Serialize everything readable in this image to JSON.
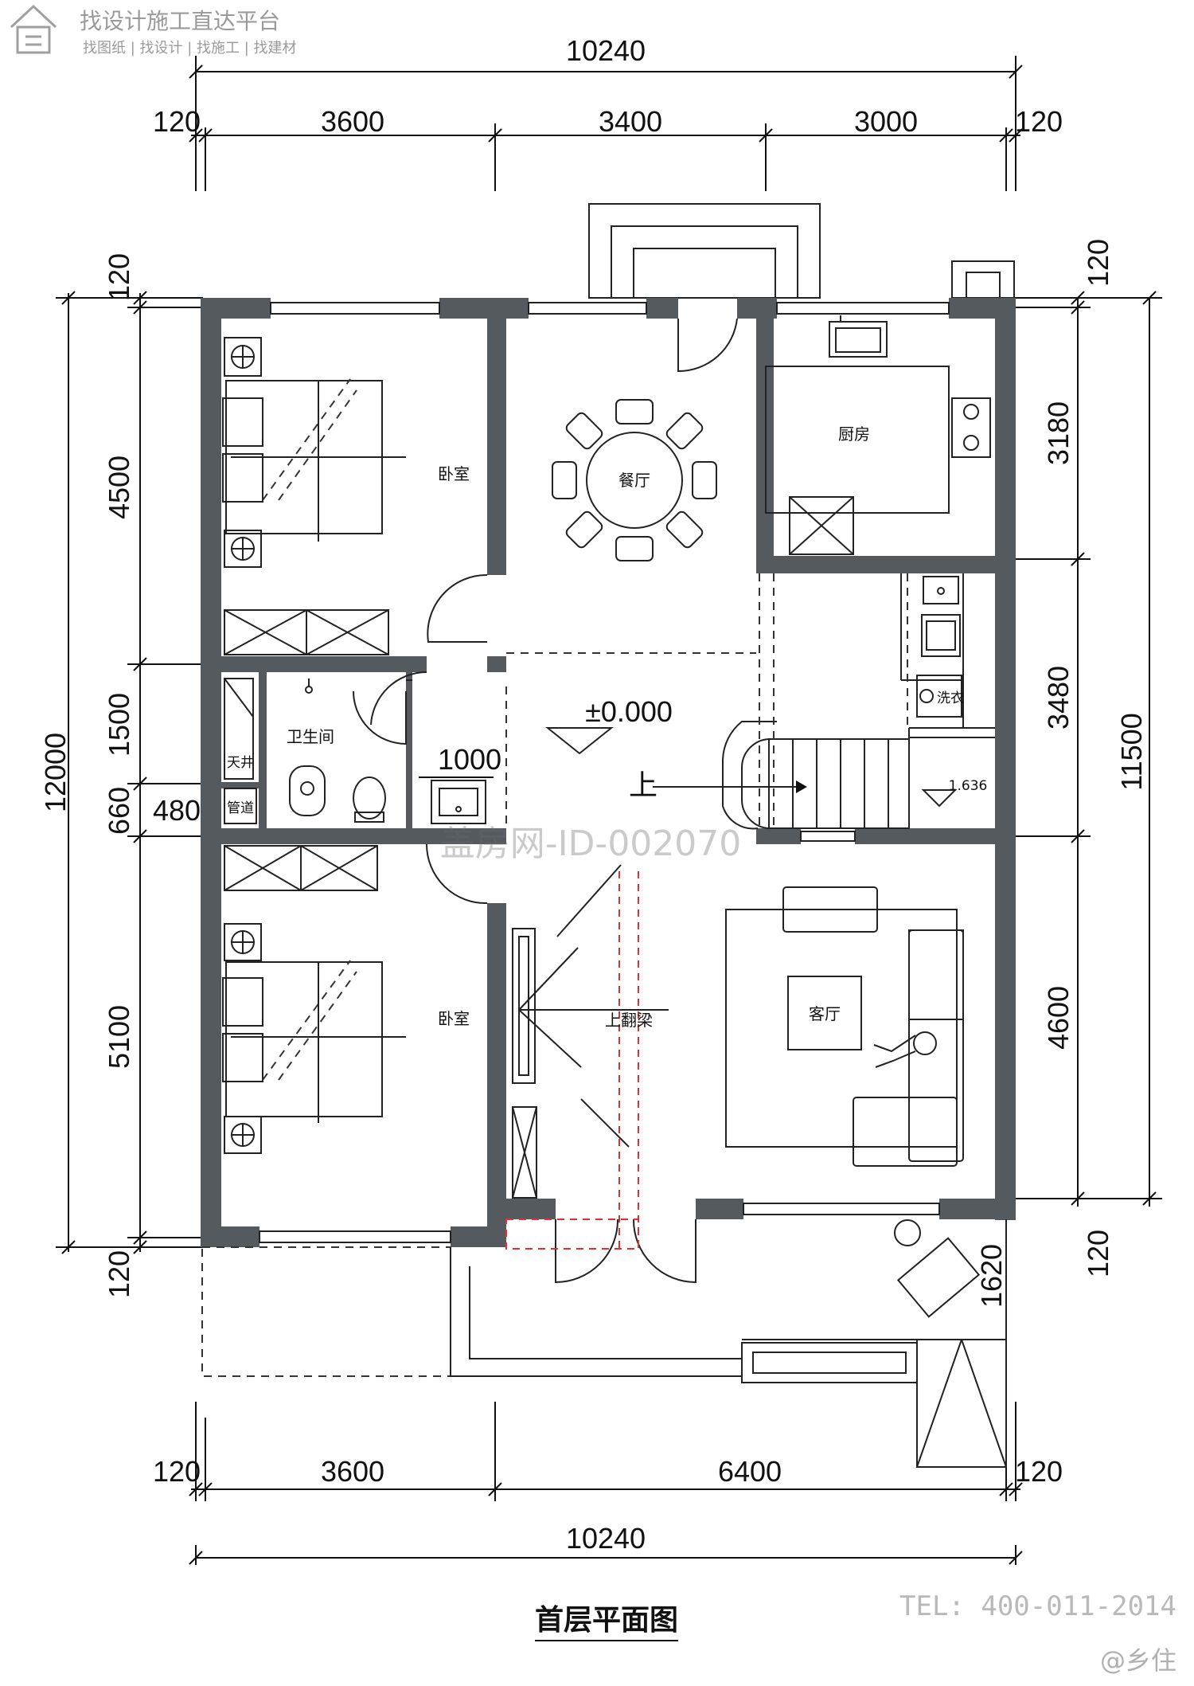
{
  "logo": {
    "title": "找设计施工直达平台",
    "subtitle": "找图纸 | 找设计 | 找施工 | 找建材"
  },
  "dimensions": {
    "top_total": "10240",
    "top_left_margin": "120",
    "top_seg1": "3600",
    "top_seg2": "3400",
    "top_seg3": "3000",
    "top_right_margin": "120",
    "bottom_left_margin": "120",
    "bottom_seg1": "3600",
    "bottom_seg2": "6400",
    "bottom_right_margin": "120",
    "bottom_total": "10240",
    "left_total": "12000",
    "left_top_margin": "120",
    "left_seg1": "4500",
    "left_seg2": "1500",
    "left_seg3": "660",
    "left_seg4": "5100",
    "left_bottom_margin": "120",
    "left_inner": "480",
    "right_top_margin": "120",
    "right_seg1": "3180",
    "right_seg2": "3480",
    "right_seg3": "4600",
    "right_total": "11500",
    "right_bottom_margin": "120",
    "porch": "1620",
    "opening": "1000"
  },
  "rooms": {
    "bedroom_top": "卧室",
    "dining": "餐厅",
    "kitchen": "厨房",
    "bathroom": "卫生间",
    "skylight": "天井",
    "pipe": "管道",
    "laundry": "洗衣",
    "bedroom_bottom": "卧室",
    "living": "客厅",
    "beam": "上翻梁",
    "elevation": "±0.000",
    "stair_up": "上",
    "stair_level": "1.636"
  },
  "watermark": "盖房网-ID-002070",
  "title": "首层平面图",
  "tel": "TEL: 400-011-2014",
  "credit": "@乡住"
}
